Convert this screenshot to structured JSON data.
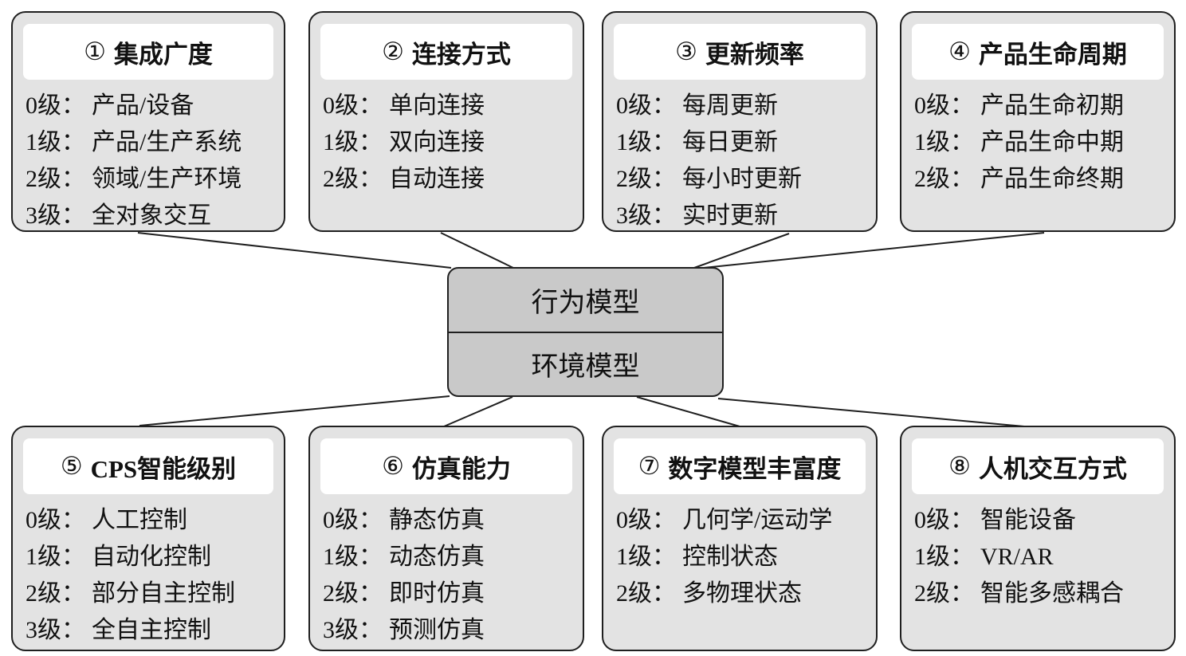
{
  "colors": {
    "box_fill": "#e3e3e3",
    "header_fill": "#ffffff",
    "center_fill": "#c9c9c9",
    "border": "#1f1f1f",
    "text": "#111111"
  },
  "center": {
    "rows": [
      "行为模型",
      "环境模型"
    ]
  },
  "boxes": [
    {
      "numeral": "①",
      "title": "集成广度",
      "levels": [
        {
          "label": "0级：",
          "text": "产品/设备"
        },
        {
          "label": "1级：",
          "text": "产品/生产系统"
        },
        {
          "label": "2级：",
          "text": "领域/生产环境"
        },
        {
          "label": "3级：",
          "text": "全对象交互"
        }
      ]
    },
    {
      "numeral": "②",
      "title": "连接方式",
      "levels": [
        {
          "label": "0级：",
          "text": "单向连接"
        },
        {
          "label": "1级：",
          "text": "双向连接"
        },
        {
          "label": "2级：",
          "text": "自动连接"
        }
      ]
    },
    {
      "numeral": "③",
      "title": "更新频率",
      "levels": [
        {
          "label": "0级：",
          "text": "每周更新"
        },
        {
          "label": "1级：",
          "text": "每日更新"
        },
        {
          "label": "2级：",
          "text": "每小时更新"
        },
        {
          "label": "3级：",
          "text": "实时更新"
        }
      ]
    },
    {
      "numeral": "④",
      "title": "产品生命周期",
      "levels": [
        {
          "label": "0级：",
          "text": "产品生命初期"
        },
        {
          "label": "1级：",
          "text": "产品生命中期"
        },
        {
          "label": "2级：",
          "text": "产品生命终期"
        }
      ]
    },
    {
      "numeral": "⑤",
      "title": "CPS智能级别",
      "levels": [
        {
          "label": "0级：",
          "text": "人工控制"
        },
        {
          "label": "1级：",
          "text": "自动化控制"
        },
        {
          "label": "2级：",
          "text": "部分自主控制"
        },
        {
          "label": "3级：",
          "text": "全自主控制"
        }
      ]
    },
    {
      "numeral": "⑥",
      "title": "仿真能力",
      "levels": [
        {
          "label": "0级：",
          "text": "静态仿真"
        },
        {
          "label": "1级：",
          "text": "动态仿真"
        },
        {
          "label": "2级：",
          "text": "即时仿真"
        },
        {
          "label": "3级：",
          "text": "预测仿真"
        }
      ]
    },
    {
      "numeral": "⑦",
      "title": "数字模型丰富度",
      "levels": [
        {
          "label": "0级：",
          "text": "几何学/运动学"
        },
        {
          "label": "1级：",
          "text": "控制状态"
        },
        {
          "label": "2级：",
          "text": "多物理状态"
        }
      ]
    },
    {
      "numeral": "⑧",
      "title": "人机交互方式",
      "levels": [
        {
          "label": "0级：",
          "text": "智能设备"
        },
        {
          "label": "1级：",
          "text": "VR/AR"
        },
        {
          "label": "2级：",
          "text": "智能多感耦合"
        }
      ]
    }
  ]
}
